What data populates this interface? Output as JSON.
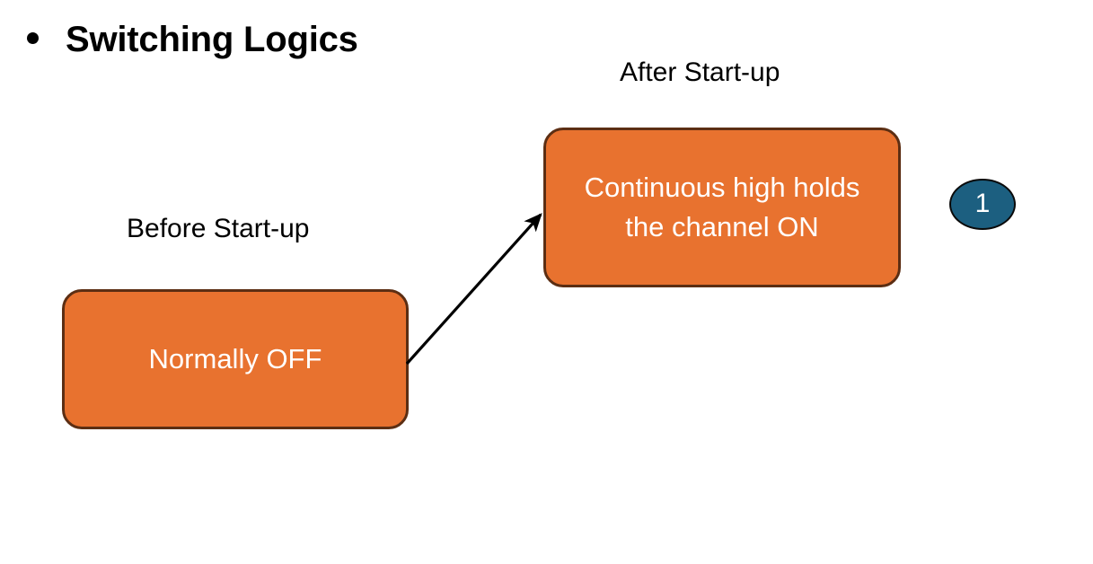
{
  "slide": {
    "title": "Switching Logics",
    "bullet_glyph": "•",
    "background_color": "#FFFFFF"
  },
  "captions": {
    "before": "Before Start-up",
    "after": "After Start-up"
  },
  "boxes": [
    {
      "id": "before",
      "label": "Normally OFF",
      "fill_color": "#E8722F",
      "border_color": "#5C2E13",
      "text_color": "#FFFFFF"
    },
    {
      "id": "after",
      "label": "Continuous high holds the channel ON",
      "line1": "Continuous high holds",
      "line2": "the channel ON",
      "fill_color": "#E8722F",
      "border_color": "#5C2E13",
      "text_color": "#FFFFFF"
    }
  ],
  "connector": {
    "name": "arrow-before-to-after",
    "color": "#000000",
    "direction": "up-right"
  },
  "badge": {
    "number": "1",
    "fill_color": "#1C5F80",
    "border_color": "#0A0A0A",
    "text_color": "#FFFFFF"
  }
}
